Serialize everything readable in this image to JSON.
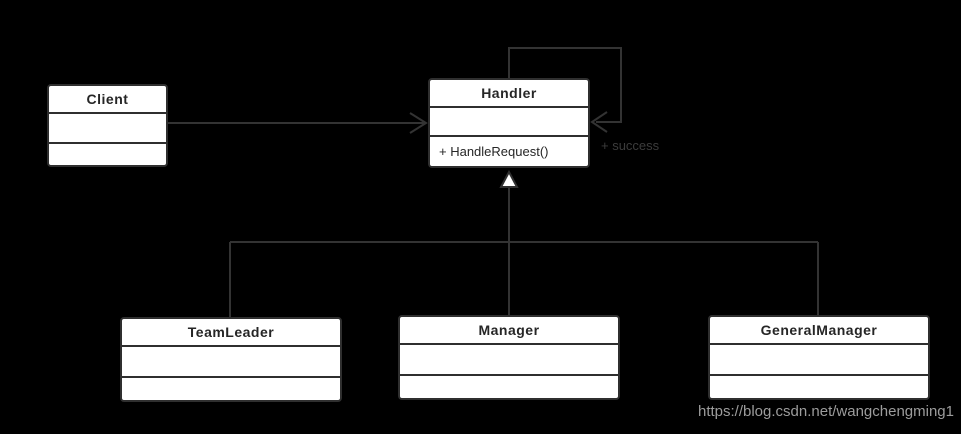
{
  "diagram": {
    "type": "uml-class-diagram",
    "classes": {
      "client": {
        "name": "Client",
        "attributes": "",
        "operations": ""
      },
      "handler": {
        "name": "Handler",
        "attributes": "",
        "operations": "+ HandleRequest()"
      },
      "team_leader": {
        "name": "TeamLeader",
        "attributes": "",
        "operations": ""
      },
      "manager": {
        "name": "Manager",
        "attributes": "",
        "operations": ""
      },
      "general_manager": {
        "name": "GeneralManager",
        "attributes": "",
        "operations": ""
      }
    },
    "edges": {
      "client_to_handler": "association, open arrowhead pointing at Handler",
      "handler_self_loop": "self association from Handler top into Handler right side",
      "self_loop_label": "+ success",
      "generalization": "TeamLeader, Manager, GeneralManager inherit Handler (hollow triangle)"
    },
    "colors": {
      "background": "#000000",
      "box_fill": "#ffffff",
      "box_border": "#2f2f2f",
      "line": "#333333",
      "title_text": "#262626",
      "edge_label_text": "#3c3c3c",
      "watermark_text": "#9c9c9c"
    }
  },
  "watermark": {
    "text": "https://blog.csdn.net/wangchengming1"
  }
}
